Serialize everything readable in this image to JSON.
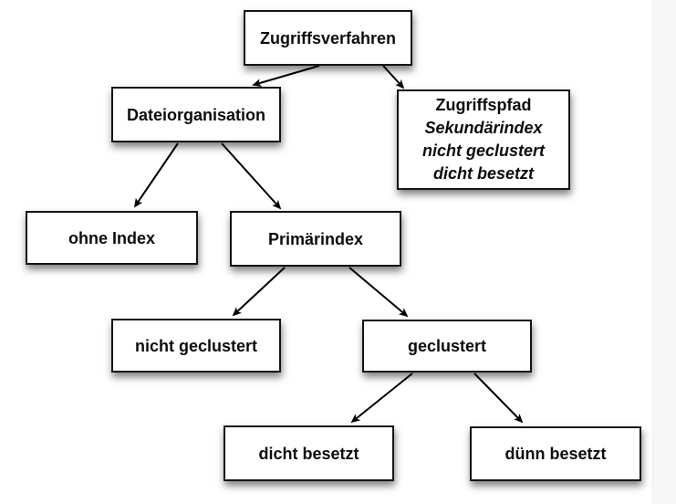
{
  "diagram": {
    "title_node": "Zugriffsverfahren",
    "nodes": {
      "root": {
        "label": "Zugriffsverfahren"
      },
      "dateiorganisation": {
        "label": "Dateiorganisation"
      },
      "zugriffspfad": {
        "lines": [
          "Zugriffspfad",
          "Sekundärindex",
          "nicht geclustert",
          "dicht besetzt"
        ]
      },
      "ohne_index": {
        "label": "ohne Index"
      },
      "primaerindex": {
        "label": "Primärindex"
      },
      "nicht_geclustert": {
        "label": "nicht geclustert"
      },
      "geclustert": {
        "label": "geclustert"
      },
      "dicht_besetzt": {
        "label": "dicht besetzt"
      },
      "duenn_besetzt": {
        "label": "dünn besetzt"
      }
    },
    "edges": [
      {
        "from": "root",
        "to": "dateiorganisation"
      },
      {
        "from": "root",
        "to": "zugriffspfad"
      },
      {
        "from": "dateiorganisation",
        "to": "ohne_index"
      },
      {
        "from": "dateiorganisation",
        "to": "primaerindex"
      },
      {
        "from": "primaerindex",
        "to": "nicht_geclustert"
      },
      {
        "from": "primaerindex",
        "to": "geclustert"
      },
      {
        "from": "geclustert",
        "to": "dicht_besetzt"
      },
      {
        "from": "geclustert",
        "to": "duenn_besetzt"
      }
    ],
    "colors": {
      "background": "#ffffff",
      "box_background": "#ffffff",
      "box_border": "#141414",
      "text": "#0d0d0d",
      "arrow": "#000000",
      "page_edge": "#f7f7f8"
    }
  }
}
